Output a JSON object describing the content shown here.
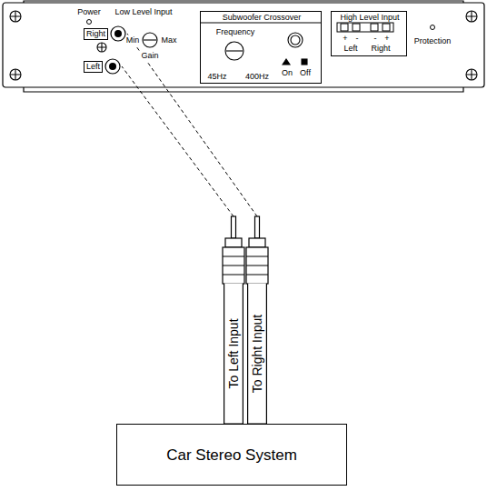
{
  "diagram": {
    "nodes": [
      {
        "text": [
          "Right"
        ]
      },
      {
        "text": [
          "Left"
        ]
      },
      {
        "text": [
          "Subwoofer Crossover",
          "Frequency",
          "45Hz",
          "400Hz",
          "On",
          "Off"
        ]
      },
      {
        "text": [
          "High Level Input",
          "+",
          "-",
          "-",
          "+",
          "Left",
          "Right"
        ]
      },
      {
        "text": [
          "Car Stereo System"
        ]
      }
    ],
    "edges": [
      {
        "from": 4,
        "to": 1,
        "label": "To Left Input",
        "arrow": "none"
      },
      {
        "from": 4,
        "to": 0,
        "label": "To Right Input",
        "arrow": "none"
      }
    ],
    "labels": [
      "Power",
      "Low Level Input",
      "Min",
      "Max",
      "Gain",
      "Protection"
    ]
  }
}
